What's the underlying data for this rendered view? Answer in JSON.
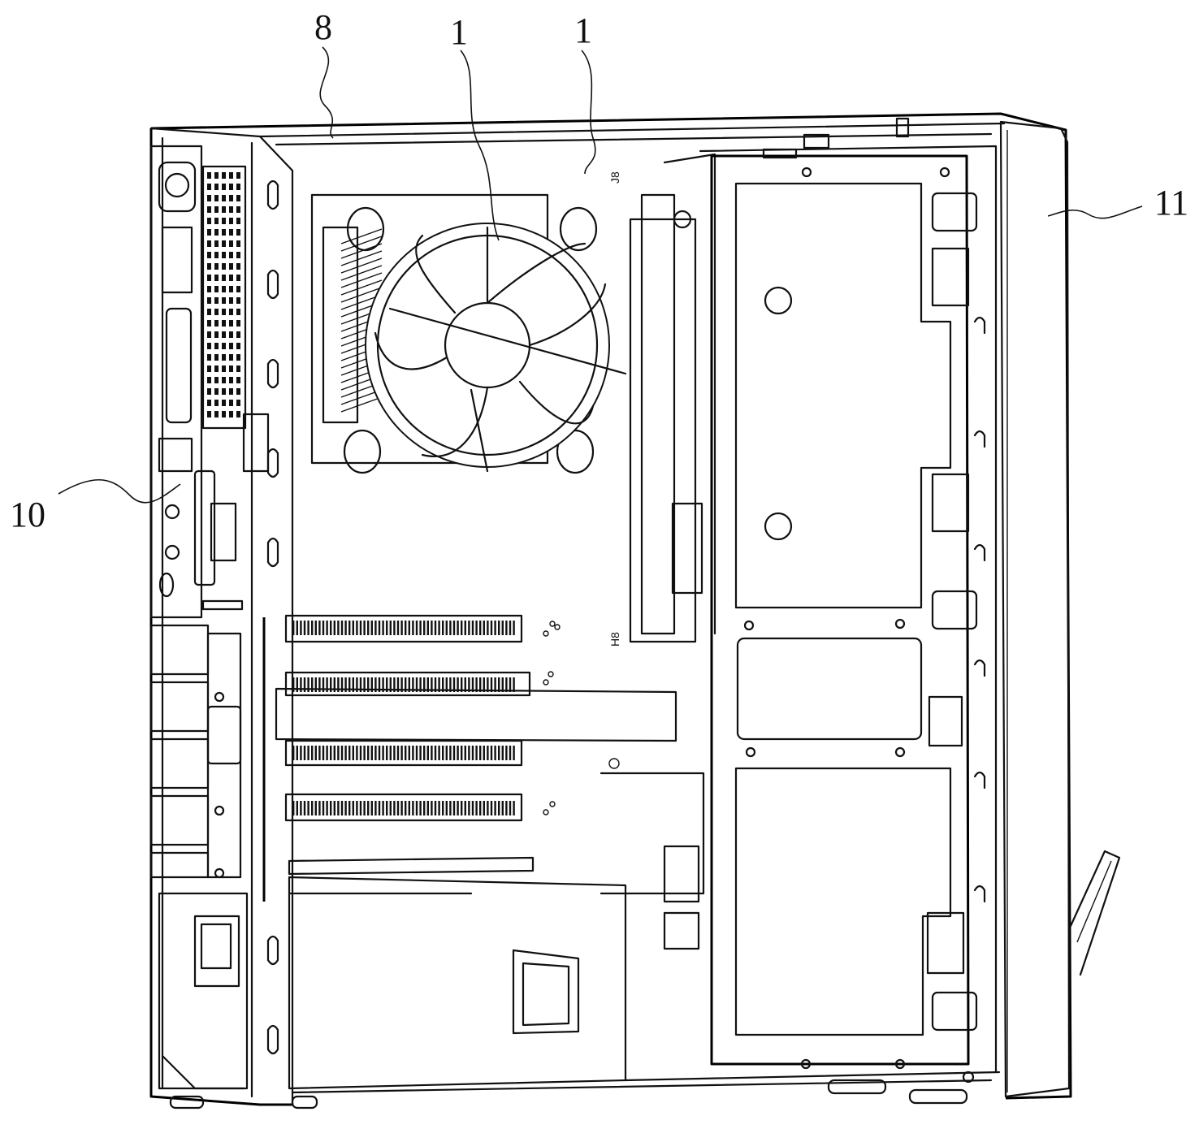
{
  "figure": {
    "callouts": [
      {
        "id": "label-8",
        "text": "8"
      },
      {
        "id": "label-1a",
        "text": "1"
      },
      {
        "id": "label-1b",
        "text": "1"
      },
      {
        "id": "label-11",
        "text": "11"
      },
      {
        "id": "label-10",
        "text": "10"
      }
    ],
    "board_marks": {
      "mark_upper": "J8",
      "mark_lower": "H8"
    }
  }
}
